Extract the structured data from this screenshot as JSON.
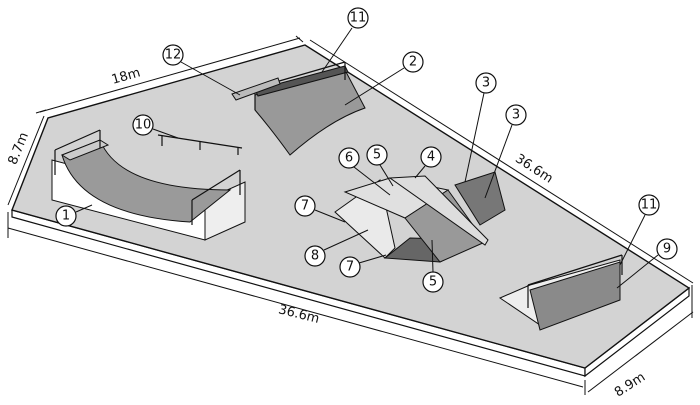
{
  "title": "Skatepark layout diagram",
  "callouts": {
    "c11_top": "11",
    "c12": "12",
    "c2": "2",
    "c10": "10",
    "c3_a": "3",
    "c3_b": "3",
    "c1": "1",
    "c6": "6",
    "c5_top": "5",
    "c4": "4",
    "c7_top": "7",
    "c8": "8",
    "c7_bottom": "7",
    "c5_bottom": "5",
    "c11_right": "11",
    "c9": "9"
  },
  "dimensions": {
    "top_left_edge": "18m",
    "left_edge": "8.7m",
    "right_edge": "36.6m",
    "front_edge": "36.6m",
    "right_front_edge": "8.9m"
  },
  "colors": {
    "platform": "#d3d3d3",
    "ramp_dark": "#8a8a8a",
    "ramp_mid": "#a9a9a9",
    "ramp_light": "#e6e6e6"
  }
}
